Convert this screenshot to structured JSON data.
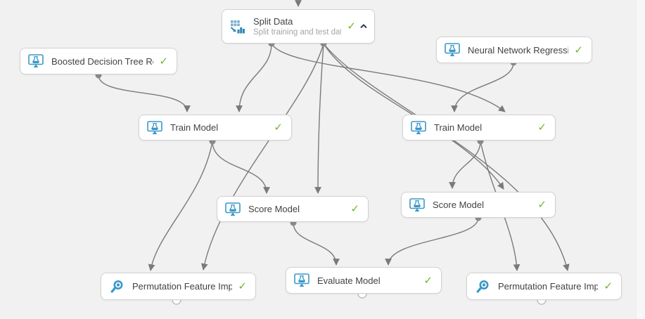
{
  "canvas": {
    "background_color": "#f1f1f1",
    "edge_color": "#7a7a7a",
    "node_border_color": "#d2d2d2",
    "status_check_color": "#72b626",
    "icon_blue": "#3a97c8",
    "chevron_color": "#25405c"
  },
  "nodes": {
    "split_data": {
      "title": "Split Data",
      "subtitle": "Split training and test data",
      "icon": "split-data-icon",
      "status": "completed",
      "collapse_control": "chevron-up"
    },
    "boosted_decision_tree": {
      "title": "Boosted Decision Tree Regr...",
      "icon": "model-monitor-icon",
      "status": "completed"
    },
    "neural_network": {
      "title": "Neural Network Regression",
      "icon": "model-monitor-icon",
      "status": "completed"
    },
    "train_model_left": {
      "title": "Train Model",
      "icon": "model-monitor-icon",
      "status": "completed"
    },
    "train_model_right": {
      "title": "Train Model",
      "icon": "model-monitor-icon",
      "status": "completed"
    },
    "score_model_center": {
      "title": "Score Model",
      "icon": "model-monitor-icon",
      "status": "completed"
    },
    "score_model_right": {
      "title": "Score Model",
      "icon": "model-monitor-icon",
      "status": "completed"
    },
    "permutation_left": {
      "title": "Permutation Feature Import...",
      "icon": "magnifier-icon",
      "status": "completed"
    },
    "evaluate_model": {
      "title": "Evaluate Model",
      "icon": "model-monitor-icon",
      "status": "completed"
    },
    "permutation_right": {
      "title": "Permutation Feature Import...",
      "icon": "magnifier-icon",
      "status": "completed"
    }
  },
  "status_check_glyph": "✓",
  "connections": [
    {
      "from": "offscreen-above",
      "to": "split-data.input-top"
    },
    {
      "from": "boosted-decision-tree.output",
      "to": "train-model-left.input-left"
    },
    {
      "from": "split-data.output-left",
      "to": "train-model-left.input-right"
    },
    {
      "from": "split-data.output-left",
      "to": "train-model-right.input-right"
    },
    {
      "from": "neural-network-regression.output",
      "to": "train-model-right.input-left"
    },
    {
      "from": "split-data.output-right",
      "to": "score-model-center.input-right"
    },
    {
      "from": "split-data.output-right",
      "to": "permutation-left.input-right"
    },
    {
      "from": "split-data.output-right",
      "to": "score-model-right.input-right"
    },
    {
      "from": "split-data.output-right",
      "to": "permutation-right.input-right"
    },
    {
      "from": "train-model-left.output",
      "to": "score-model-center.input-left"
    },
    {
      "from": "train-model-left.output",
      "to": "permutation-left.input-left"
    },
    {
      "from": "train-model-right.output",
      "to": "score-model-right.input-left"
    },
    {
      "from": "train-model-right.output",
      "to": "permutation-right.input-left"
    },
    {
      "from": "score-model-center.output",
      "to": "evaluate-model.input-left"
    },
    {
      "from": "score-model-right.output",
      "to": "evaluate-model.input-right"
    }
  ],
  "unconnected_output_ports": [
    "permutation-left",
    "evaluate-model",
    "permutation-right"
  ]
}
